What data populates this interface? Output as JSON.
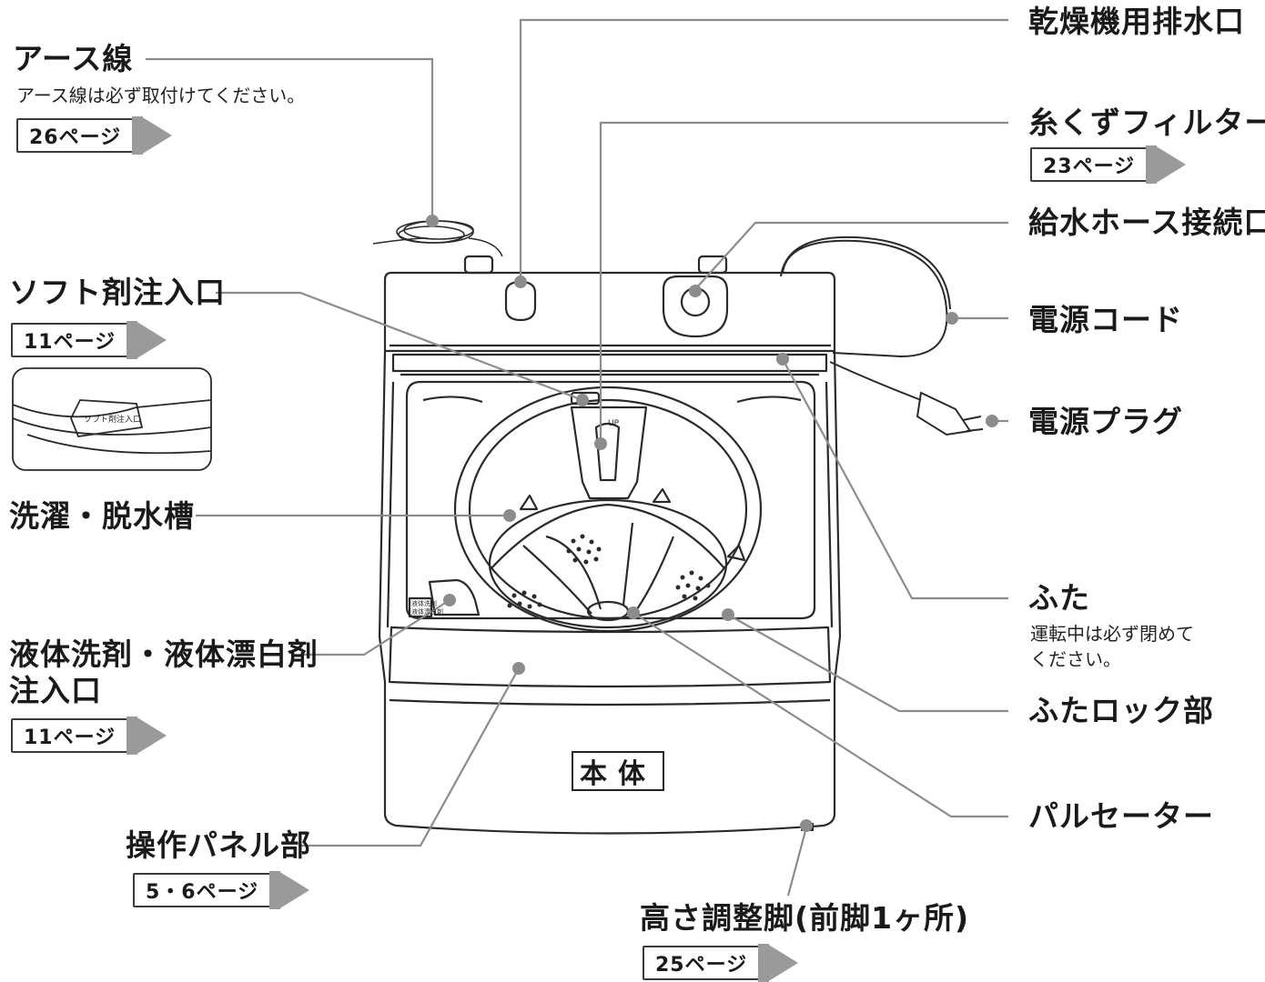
{
  "title": "本体",
  "parts": {
    "earth_wire": {
      "name": "アース線",
      "note": "アース線は必ず取付けてください。",
      "ref": "26ページ"
    },
    "dryer_drain": {
      "name": "乾燥機用排水口"
    },
    "lint_filter": {
      "name": "糸くずフィルター",
      "ref": "23ページ"
    },
    "water_hose_inlet": {
      "name": "給水ホース接続口"
    },
    "power_cord": {
      "name": "電源コード"
    },
    "power_plug": {
      "name": "電源プラグ"
    },
    "softener_inlet": {
      "name": "ソフト剤注入口",
      "ref": "11ページ",
      "inset_text": "ソフト剤注入口"
    },
    "tub": {
      "name": "洗濯・脱水槽"
    },
    "lid": {
      "name": "ふた",
      "note_line1": "運転中は必ず閉めて",
      "note_line2": "ください。"
    },
    "liquid_detergent_inlet": {
      "name_line1": "液体洗剤・液体漂白剤",
      "name_line2": "注入口",
      "ref": "11ページ",
      "tag_line1": "液体洗剤",
      "tag_line2": "液体漂白剤"
    },
    "lid_lock": {
      "name": "ふたロック部"
    },
    "pulsator": {
      "name": "パルセーター"
    },
    "control_panel": {
      "name": "操作パネル部",
      "ref": "5・6ページ"
    },
    "height_foot": {
      "name": "高さ調整脚(前脚1ヶ所)",
      "ref": "25ページ"
    },
    "filter_tag": "UP"
  },
  "colors": {
    "leader": "#8c8c8c",
    "ref_arrow": "#9a9a9a",
    "outline": "#2a2a2a"
  }
}
